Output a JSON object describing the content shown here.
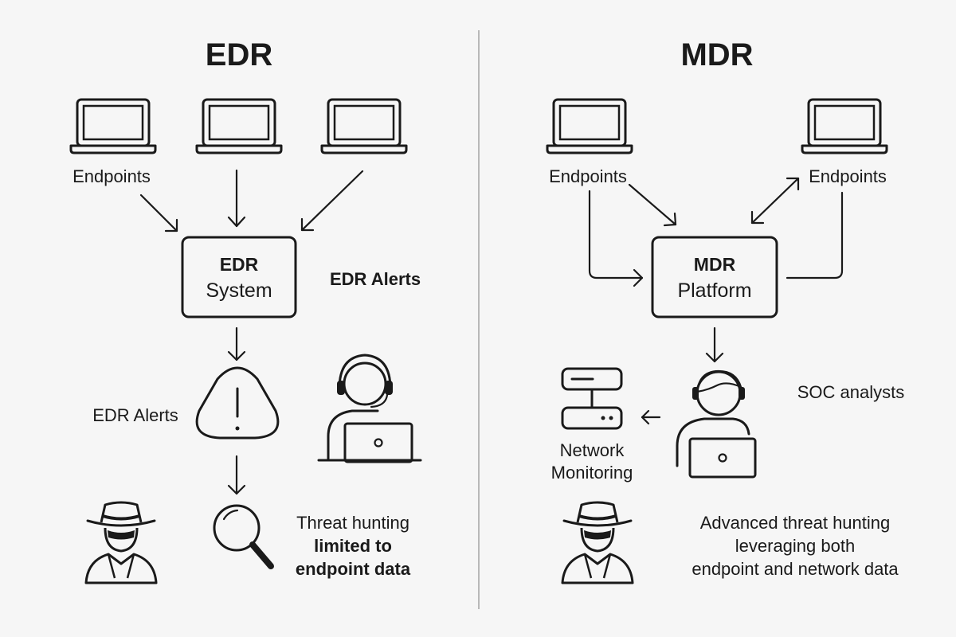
{
  "edr": {
    "title": "EDR",
    "endpoints_label": "Endpoints",
    "system_box": {
      "line1": "EDR",
      "line2": "System"
    },
    "alerts_label_right": "EDR Alerts",
    "alerts_label_left": "EDR Alerts",
    "hunting": [
      "Threat hunting",
      "limited to",
      "endpoint data"
    ]
  },
  "mdr": {
    "title": "MDR",
    "endpoints_left_label": "Endpoints",
    "endpoints_right_label": "Endpoints",
    "platform_box": {
      "line1": "MDR",
      "line2": "Platform"
    },
    "soc_label": "SOC analysts",
    "network": [
      "Network",
      "Monitoring"
    ],
    "hunting": [
      "Advanced threat hunting",
      "leveraging both",
      "endpoint and network data"
    ]
  },
  "icons": {
    "laptop": "laptop-icon",
    "alert": "alert-triangle-icon",
    "analyst": "headset-analyst-icon",
    "hacker": "hat-spy-icon",
    "magnifier": "magnifier-icon",
    "server": "server-icon"
  },
  "colors": {
    "ink": "#1a1a1a",
    "background": "#f6f6f6",
    "divider": "#b8b8b8"
  }
}
